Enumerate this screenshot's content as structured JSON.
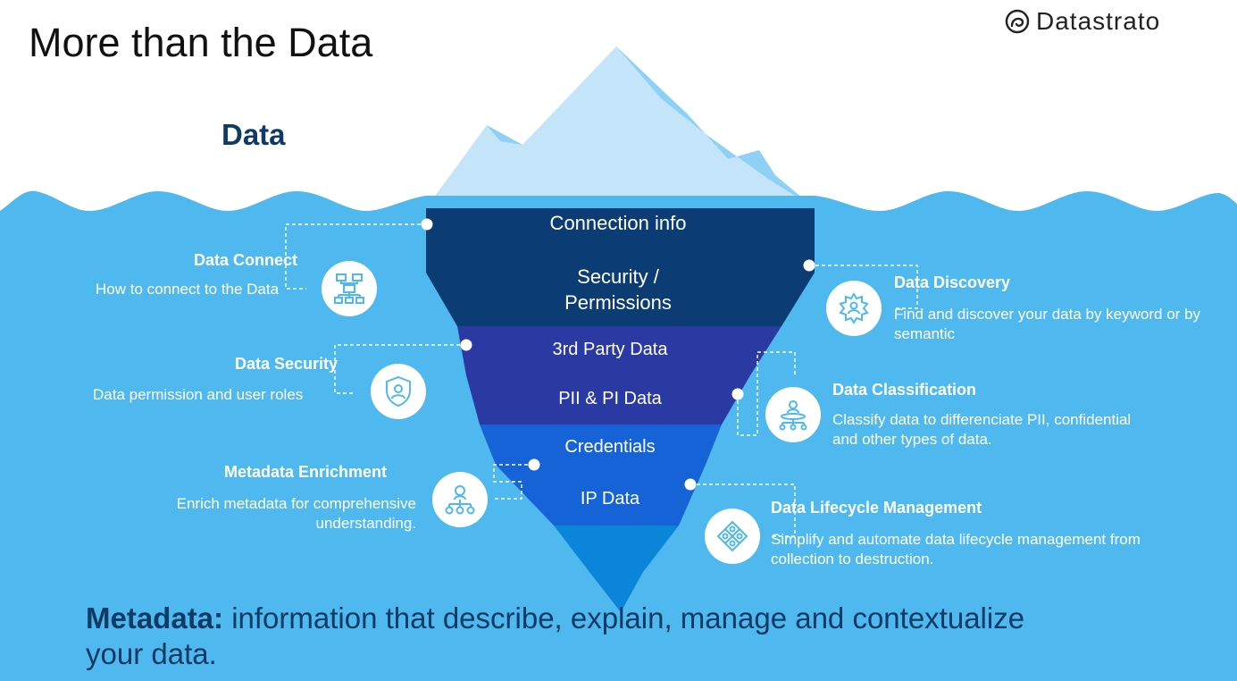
{
  "title": "More than the Data",
  "logo": {
    "text": "Datastrato",
    "icon": "swirl-logo-icon"
  },
  "data_heading": "Data",
  "layers": {
    "connection": "Connection info",
    "security": "Security / Permissions",
    "third_party": "3rd Party Data",
    "pii": "PII & PI Data",
    "credentials": "Credentials",
    "ip": "IP Data"
  },
  "callouts": {
    "data_connect": {
      "title": "Data Connect",
      "desc": "How to connect to the Data",
      "icon": "flowchart-icon"
    },
    "data_security": {
      "title": "Data Security",
      "desc": "Data permission and user roles",
      "icon": "shield-user-icon"
    },
    "metadata_enrichment": {
      "title": "Metadata Enrichment",
      "desc": "Enrich metadata  for comprehensive understanding.",
      "icon": "org-chart-icon"
    },
    "data_discovery": {
      "title": "Data Discovery",
      "desc": "Find and discover your data by keyword or by semantic",
      "icon": "gear-user-icon"
    },
    "data_classification": {
      "title": "Data Classification",
      "desc": "Classify data to differenciate PII, confidential and other types of data.",
      "icon": "hierarchy-user-icon"
    },
    "data_lifecycle": {
      "title": "Data Lifecycle Management",
      "desc": "Simplify and automate data lifecycle management from collection to destruction.",
      "icon": "puzzle-icon"
    }
  },
  "footer": {
    "bold": "Metadata:",
    "text": " information that describe, explain, manage and contextualize your data."
  },
  "colors": {
    "water": "#4fb8ee",
    "iceberg_top": "#c4e4f9",
    "iceberg_shadow": "#8fd0f6",
    "layer1": "#0c3c74",
    "layer2": "#2b3aa3",
    "layer3": "#1663d8",
    "layer4": "#0b85d9",
    "heading": "#0f3a66"
  }
}
